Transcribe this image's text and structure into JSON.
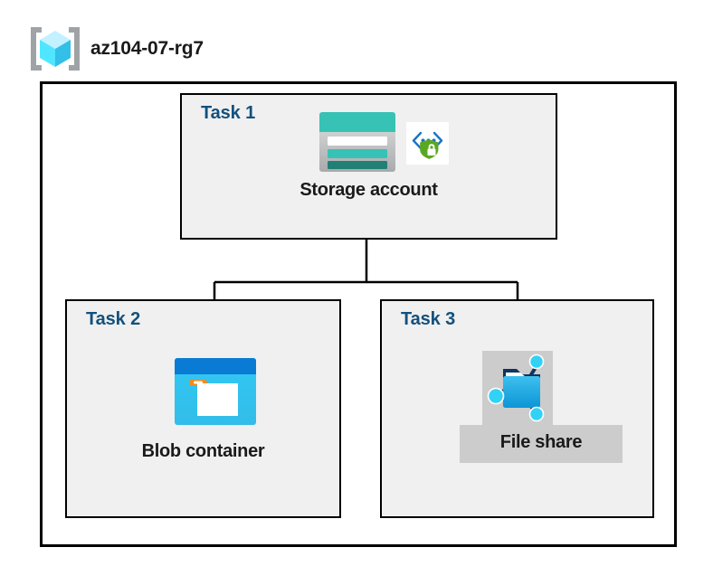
{
  "diagram": {
    "type": "azure-architecture",
    "resource_group": {
      "name": "az104-07-rg7",
      "icon": "resource-group-cube-icon"
    },
    "tasks": [
      {
        "id": "task-1",
        "label": "Task 1",
        "node_caption": "Storage account",
        "icons": [
          "storage-account-icon",
          "private-endpoint-shield-icon"
        ]
      },
      {
        "id": "task-2",
        "label": "Task 2",
        "node_caption": "Blob container",
        "icons": [
          "blob-container-icon"
        ]
      },
      {
        "id": "task-3",
        "label": "Task 3",
        "node_caption": "File share",
        "icons": [
          "file-share-icon"
        ]
      }
    ],
    "connections": [
      {
        "from": "Storage account",
        "to": "Blob container"
      },
      {
        "from": "Storage account",
        "to": "File share"
      }
    ],
    "colors": {
      "task_label": "#13507d",
      "caption": "#1a1a1a",
      "task_fill": "#f0f0f0",
      "boundary_stroke": "#000000",
      "storage_teal": "#37c2b6",
      "storage_teal_dark": "#227f76",
      "blob_blue": "#0a7bd4",
      "blob_cyan": "#32c5f4",
      "blob_orange": "#f08c22",
      "shield_green": "#5aa821",
      "endpoint_blue": "#1b74c4",
      "fileshare_backdrop": "#cccccc",
      "cube_cyan": "#50e6ff",
      "bracket_gray": "#a0a3a6"
    }
  }
}
